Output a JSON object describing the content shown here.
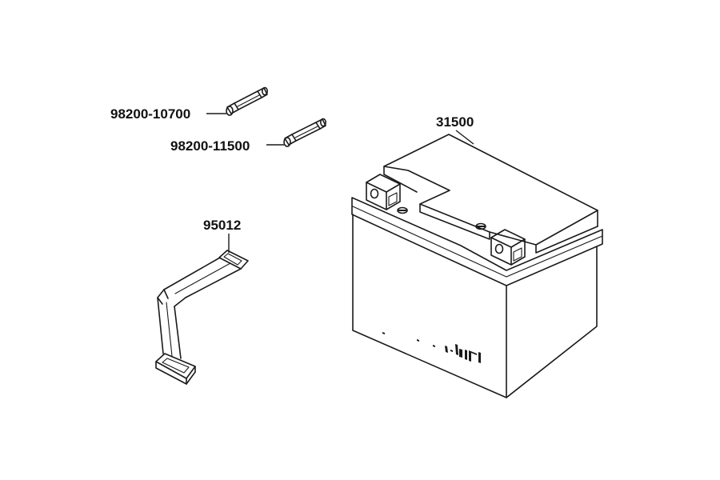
{
  "diagram": {
    "parts": [
      {
        "id": "fuse-1",
        "part_number": "98200-10700"
      },
      {
        "id": "fuse-2",
        "part_number": "98200-11500"
      },
      {
        "id": "battery-strap",
        "part_number": "95012"
      },
      {
        "id": "battery",
        "part_number": "31500"
      }
    ]
  },
  "colors": {
    "line": "#1a1a1a",
    "background": "#ffffff"
  }
}
